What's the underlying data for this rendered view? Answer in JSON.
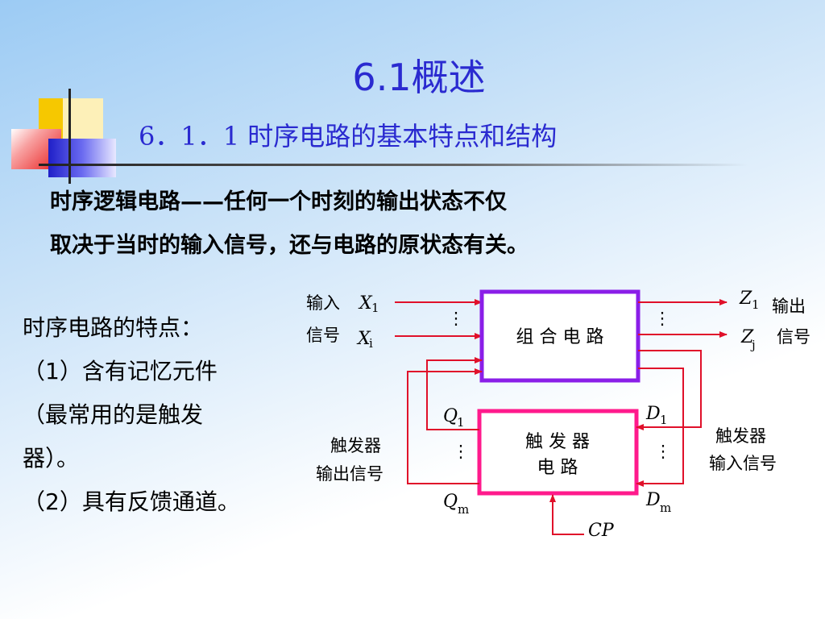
{
  "slide": {
    "title": "6.1概述",
    "subtitle": "6．1．1 时序电路的基本特点和结构",
    "intro_lines": [
      "时序逻辑电路——任何一个时刻的输出状态不仅",
      "取决于当时的输入信号，还与电路的原状态有关。"
    ],
    "features": [
      "时序电路的特点：",
      "（1）含有记忆元件",
      "（最常用的是触发",
      "器）。",
      "（2）具有反馈通道。"
    ]
  },
  "diagram": {
    "input_label": [
      "输入",
      "信号"
    ],
    "output_label": [
      "输出",
      "信号"
    ],
    "x1": "X",
    "x1_sub": "1",
    "xi": "X",
    "xi_sub": "i",
    "z1": "Z",
    "z1_sub": "1",
    "zj": "Z",
    "zj_sub": "j",
    "combo_box": "组 合 电 路",
    "ff_box": [
      "触 发 器",
      "电 路"
    ],
    "q1": "Q",
    "q1_sub": "1",
    "qm": "Q",
    "qm_sub": "m",
    "d1": "D",
    "d1_sub": "1",
    "dm": "D",
    "dm_sub": "m",
    "cp": "CP",
    "ff_out_label": [
      "触发器",
      "输出信号"
    ],
    "ff_in_label": [
      "触发器",
      "输入信号"
    ],
    "colors": {
      "wire": "#e0102a",
      "combo_border": "#8a1ee8",
      "ff_border": "#ff1a8c",
      "title": "#2a2ad0"
    }
  }
}
